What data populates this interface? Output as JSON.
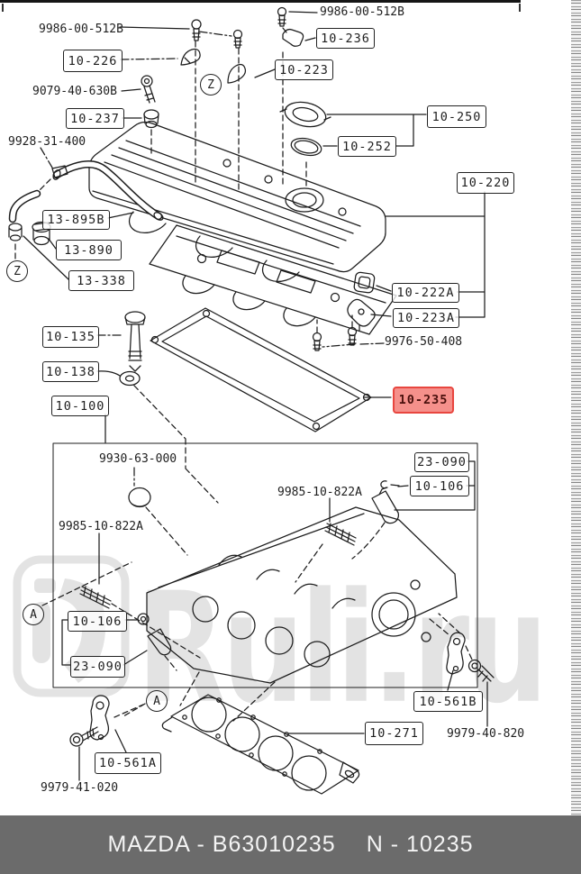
{
  "watermark": {
    "text": "Ruli.ru"
  },
  "selection": {
    "highlighted_part": "10-235"
  },
  "colors": {
    "highlight_fill": "#f5908b",
    "highlight_border": "#e8463f",
    "highlight_text": "#4a100d",
    "footer_bg": "#6b6b6b",
    "footer_text": "#f4f4f4",
    "line": "#1d1d1d",
    "watermark": "#e3e3e3"
  },
  "callouts": {
    "boxed": {
      "c10_226": "10-226",
      "c10_236": "10-236",
      "c10_223": "10-223",
      "c10_237": "10-237",
      "c13_895B": "13-895B",
      "c13_890": "13-890",
      "c13_338": "13-338",
      "c10_250": "10-250",
      "c10_252": "10-252",
      "c10_220": "10-220",
      "c10_222A": "10-222A",
      "c10_223A": "10-223A",
      "c10_235": "10-235",
      "c10_135": "10-135",
      "c10_138": "10-138",
      "c10_100": "10-100",
      "c23_090_r": "23-090",
      "c10_106_r": "10-106",
      "c10_106_l": "10-106",
      "c23_090_l": "23-090",
      "c10_561B": "10-561B",
      "c10_271": "10-271",
      "c10_561A": "10-561A"
    },
    "plain": {
      "p9986_left": "9986-00-512B",
      "p9986_right": "9986-00-512B",
      "p9079": "9079-40-630B",
      "p9928": "9928-31-400",
      "p9976": "9976-50-408",
      "p9930": "9930-63-000",
      "p9985_right": "9985-10-822A",
      "p9985_left": "9985-10-822A",
      "p9979_820": "9979-40-820",
      "p9979_020": "9979-41-020"
    },
    "circled": {
      "z_top": "Z",
      "z_left": "Z",
      "a_left": "A",
      "a_bottom": "A"
    }
  },
  "footer": {
    "catalog_code": "MAZDA - B63010235",
    "part_number": "N - 10235"
  }
}
